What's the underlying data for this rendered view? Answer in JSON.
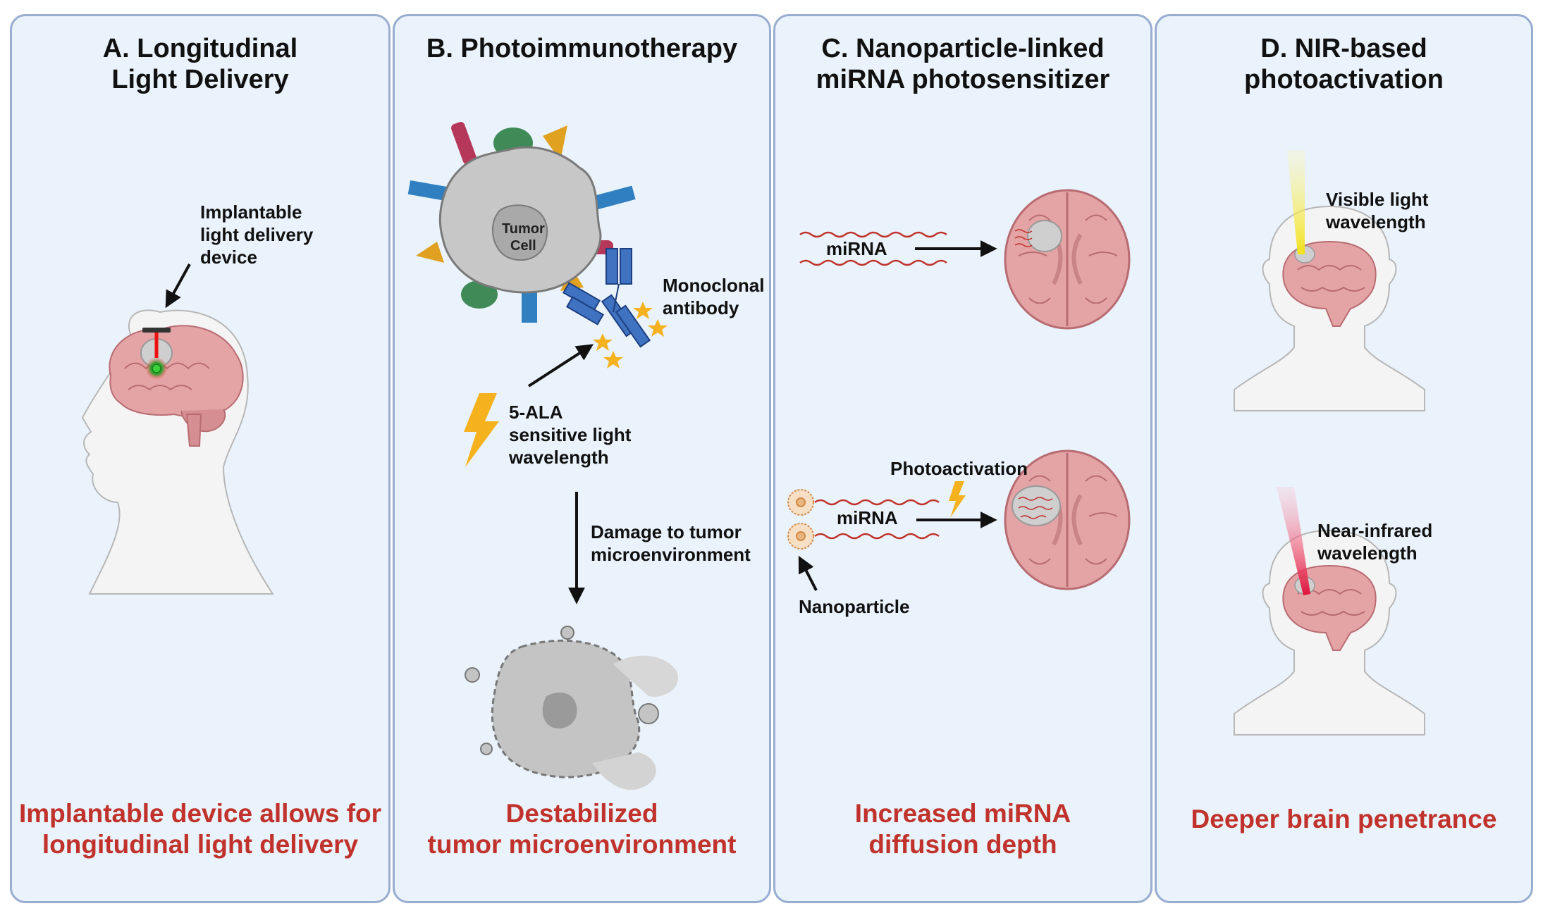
{
  "panels": {
    "a": {
      "title": [
        "A. Longitudinal",
        "Light Delivery"
      ],
      "device_label": [
        "Implantable",
        "light delivery",
        "device"
      ],
      "summary": [
        "Implantable device allows for",
        "longitudinal light delivery"
      ]
    },
    "b": {
      "title": [
        "B. Photoimmunotherapy"
      ],
      "cell_label": [
        "Tumor",
        "Cell"
      ],
      "antibody_label": [
        "Monoclonal",
        "antibody"
      ],
      "light_label": [
        "5-ALA",
        "sensitive light",
        "wavelength"
      ],
      "damage_label": [
        "Damage to tumor",
        "microenvironment"
      ],
      "summary": [
        "Destabilized",
        "tumor microenvironment"
      ]
    },
    "c": {
      "title": [
        "C. Nanoparticle-linked",
        "miRNA photosensitizer"
      ],
      "mirna_top": "miRNA",
      "photoactivation": "Photoactivation",
      "mirna_bottom": "miRNA",
      "nanoparticle": "Nanoparticle",
      "summary": [
        "Increased miRNA",
        "diffusion depth"
      ]
    },
    "d": {
      "title": [
        "D. NIR-based",
        "photoactivation"
      ],
      "visible_label": [
        "Visible light",
        "wavelength"
      ],
      "nir_label": [
        "Near-infrared",
        "wavelength"
      ],
      "summary": [
        "Deeper brain penetrance"
      ]
    }
  },
  "colors": {
    "panel_bg": "#eaf2fb",
    "panel_border": "#98add0",
    "summary_text": "#c0322b",
    "brain": "#e4a4a6",
    "tumor": "#bdbdbd",
    "antibody": "#3f72c0",
    "lightning": "#f5b21e"
  }
}
